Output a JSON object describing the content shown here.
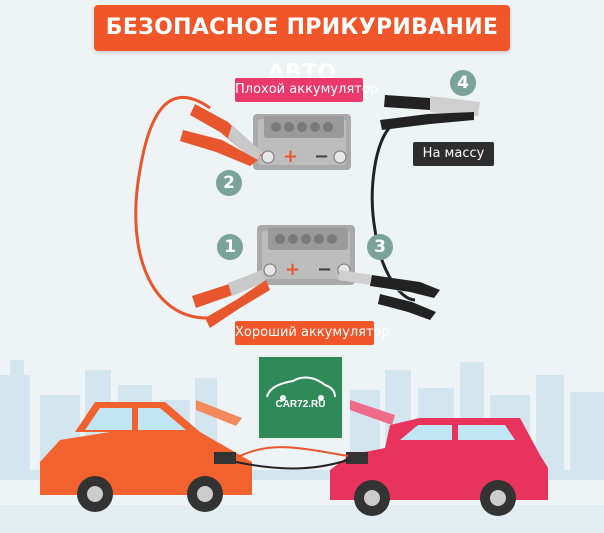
{
  "title": "БЕЗОПАСНОЕ ПРИКУРИВАНИЕ АВТО",
  "labels": {
    "bad_battery": "Плохой аккумулятор",
    "good_battery": "Хороший аккумулятор",
    "ground": "На массу"
  },
  "steps": [
    "1",
    "2",
    "3",
    "4"
  ],
  "terminals": {
    "plus": "+",
    "minus": "−"
  },
  "logo": {
    "text": "CAR72.RU"
  },
  "colors": {
    "title_bg": "#f0562a",
    "bad_tag": "#e8396a",
    "good_tag": "#f0562a",
    "step_badge": "#7aa39a",
    "logo_bg": "#2e8b57",
    "cable_red": "#e8562e",
    "cable_black": "#222222",
    "car_left": "#f2622e",
    "car_right": "#e8335c",
    "city": "#cfe3ec"
  },
  "icons": [
    "car-silhouette-icon",
    "plus-terminal-icon",
    "minus-terminal-icon",
    "jumper-clamp-icon"
  ]
}
